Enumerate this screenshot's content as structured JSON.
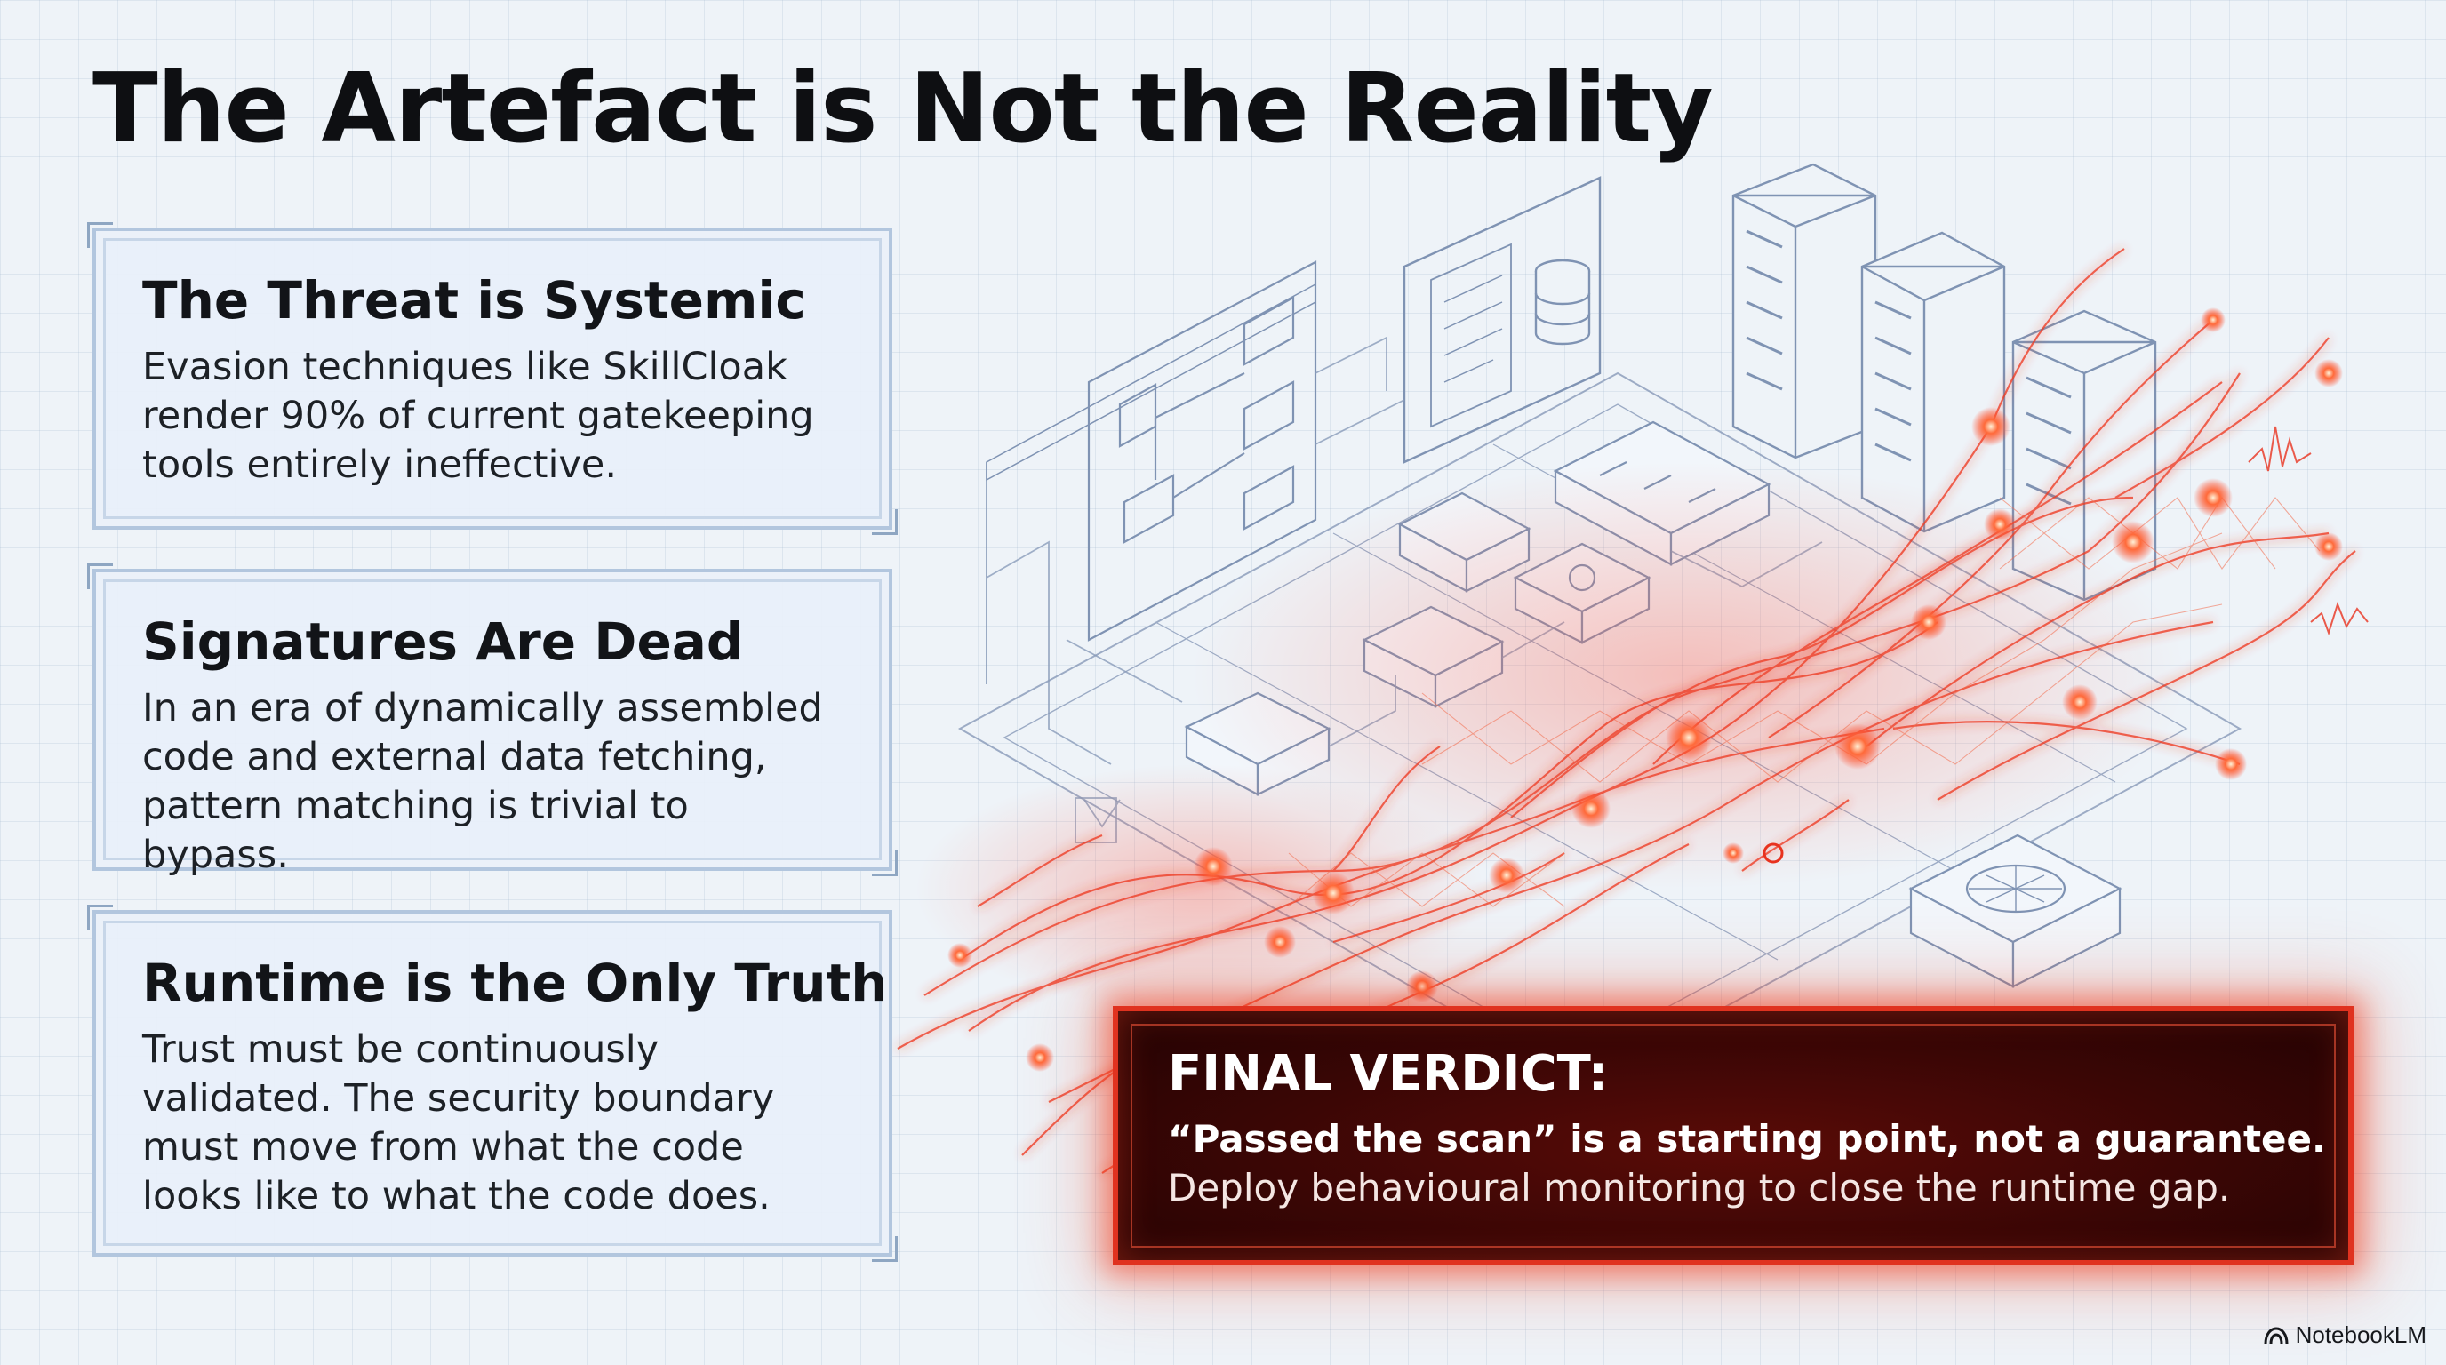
{
  "title": "The Artefact is Not the Reality",
  "cards": [
    {
      "heading": "The Threat is Systemic",
      "body": "Evasion techniques like SkillCloak render 90% of current gatekeeping tools entirely ineffective."
    },
    {
      "heading": "Signatures Are Dead",
      "body": "In an era of dynamically assembled code and external data fetching, pattern matching is trivial to bypass."
    },
    {
      "heading": "Runtime is the Only Truth",
      "body": "Trust must be continuously validated. The security boundary must move from what the code looks like to what the code does."
    }
  ],
  "verdict": {
    "title": "FINAL VERDICT:",
    "line1": "“Passed the scan” is a starting point, not a guarantee.",
    "line2": "Deploy behavioural monitoring to close the runtime gap."
  },
  "brand": {
    "label": "NotebookLM",
    "icon": "notebooklm-logo-icon"
  },
  "colors": {
    "accent_red": "#e8321e",
    "verdict_bg": "#3a0605",
    "card_bg": "#e8f0fa",
    "card_border": "#b2c6de",
    "sketch_line": "#7f93b3",
    "grid": "#c9d5e3"
  },
  "illustration": {
    "icons": [
      "server-rack-icon",
      "database-icon",
      "monitor-icon",
      "network-module-icon",
      "globe-chip-icon"
    ]
  }
}
